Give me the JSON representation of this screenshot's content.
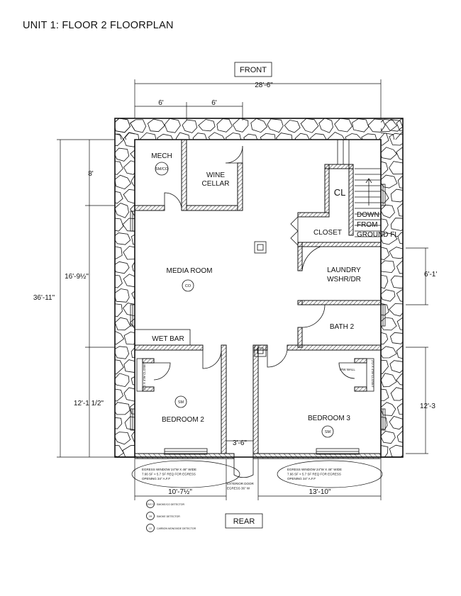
{
  "title": "UNIT 1: FLOOR 2 FLOORPLAN",
  "orientation": {
    "front": "FRONT",
    "rear": "REAR"
  },
  "dimensions": {
    "overall_width": "28'-6\"",
    "top_left": "6'",
    "top_right": "6'",
    "left_upper": "8'",
    "left_middle": "16'-9½\"",
    "left_overall": "36'-11\"",
    "left_lower": "12'-1 1/2\"",
    "right_middle": "6'-1'",
    "right_lower": "12'-3",
    "corridor": "3'-6\"",
    "bottom_left": "10'-7½\"",
    "bottom_right": "13'-10\""
  },
  "rooms": {
    "mech": "MECH",
    "wine_cellar": "WINE\nCELLAR",
    "closet_cl": "CL",
    "closet": "CLOSET",
    "down_from_ground": [
      "DOWN",
      "FROM",
      "GROUND FL"
    ],
    "media_room": "MEDIA ROOM",
    "laundry": [
      "LAUNDRY",
      "WSHR/DR"
    ],
    "wet_bar": "WET BAR",
    "bath_2": "BATH 2",
    "bedroom_2": "BEDROOM 2",
    "bedroom_3": "BEDROOM 3"
  },
  "symbols": {
    "sm_co": "SM/CO",
    "co": "CO",
    "sm": "SM"
  },
  "notes": {
    "closet_left": "2'D X 4'W CLOSET",
    "closet_right": "2'D X 4'W CLOSET",
    "pw_wall": "P/W WALL",
    "egress_left": [
      "EGRESS WINDOW 24\"W X 46\" WIDE",
      "7.66 SF > 5.7 SF REQ FOR EGRESS",
      "OPENING 34\" A.F.F"
    ],
    "egress_right": [
      "EGRESS WINDOW 24\"W X 46\" WIDE",
      "7.66 SF > 5.7 SF REQ FOR EGRESS",
      "OPENING 34\" A.F.F"
    ],
    "exterior_door": [
      "EXTERIOR DOOR",
      "EGRESS 36\" W"
    ]
  },
  "legend": [
    {
      "symbol": "SM/CO",
      "label": "SMOKE/CO DETECTOR"
    },
    {
      "symbol": "SM",
      "label": "SMOKE DETECTOR"
    },
    {
      "symbol": "CO",
      "label": "CARBON MONOXIDE DETECTOR"
    }
  ]
}
